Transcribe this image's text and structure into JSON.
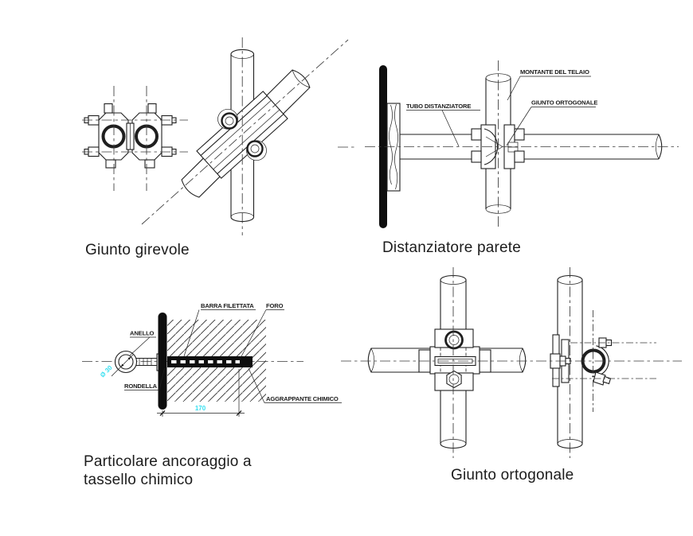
{
  "page": {
    "background": "#ffffff",
    "line_color": "#1f1f1f",
    "accent_cyan": "#35dff0"
  },
  "drawings": {
    "giunto_girevole": {
      "caption": "Giunto girevole"
    },
    "distanziatore_parete": {
      "caption": "Distanziatore parete",
      "labels": {
        "montante": "MONTANTE DEL TELAIO",
        "tubo": "TUBO DISTANZIATORE",
        "giunto": "GIUNTO ORTOGONALE"
      }
    },
    "particolare_ancoraggio": {
      "caption_line1": "Particolare ancoraggio a",
      "caption_line2": "tassello chimico",
      "labels": {
        "anello": "ANELLO",
        "barra_filettata": "BARRA FILETTATA",
        "foro": "FORO",
        "rondella": "RONDELLA",
        "aggrappante": "AGGRAPPANTE CHIMICO"
      },
      "dimensions": {
        "length": "170",
        "ring_diameter": "Ø 30"
      }
    },
    "giunto_ortogonale": {
      "caption": "Giunto ortogonale"
    }
  }
}
